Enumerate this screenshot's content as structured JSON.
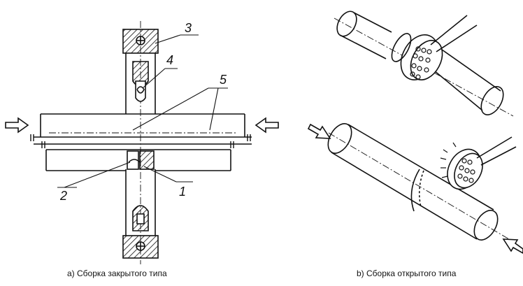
{
  "callouts": [
    "1",
    "2",
    "3",
    "4",
    "5"
  ],
  "captions": {
    "a": "a)  Сборка закрытого типа",
    "b": "b)  Сборка открытого типа"
  },
  "colors": {
    "ink": "#111111",
    "background": "#ffffff"
  }
}
